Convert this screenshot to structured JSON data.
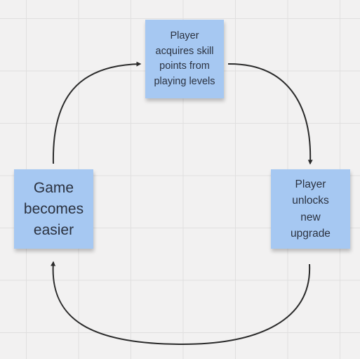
{
  "diagram": {
    "background_color": "#f2f1f1",
    "grid_color": "#e0dfdf",
    "sticky_color": "#a6c8f2",
    "text_color": "#2b3240",
    "arrow_color": "#2a2a2a",
    "notes": {
      "top": "Player\nacquires skill\npoints from\nplaying levels",
      "right": "Player\nunlocks\nnew\nupgrade",
      "left": "Game\nbecomes\neasier"
    }
  }
}
